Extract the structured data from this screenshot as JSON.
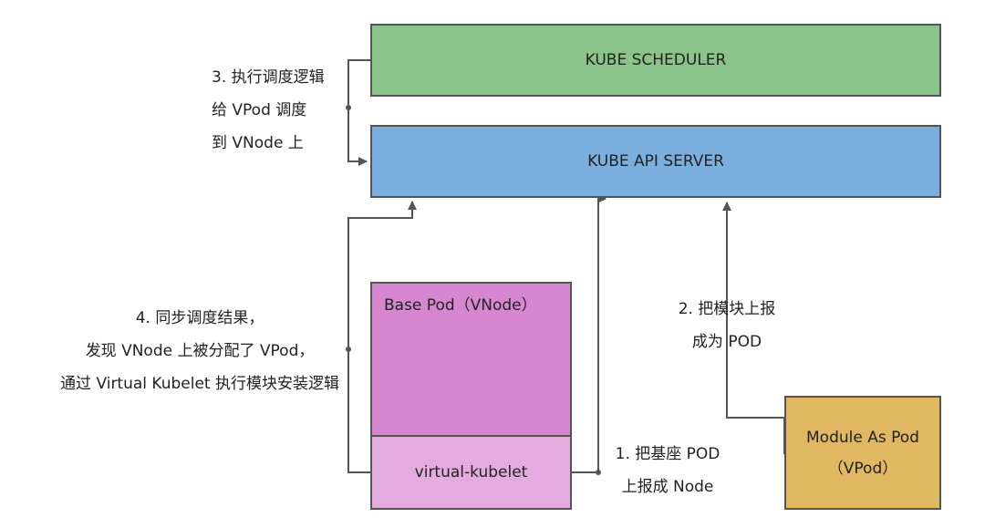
{
  "boxes": {
    "scheduler": {
      "label": "KUBE SCHEDULER",
      "color": "#8ac48a"
    },
    "api_server": {
      "label": "KUBE API SERVER",
      "color": "#7aafe0"
    },
    "base_pod": {
      "label": "Base Pod（VNode）",
      "color": "#d787d0"
    },
    "virtual_kubelet": {
      "label": "virtual-kubelet",
      "color": "#e4acde"
    },
    "module_pod": {
      "line1": "Module As Pod",
      "line2": "（VPod）",
      "color": "#e0b862"
    }
  },
  "labels": {
    "step1": [
      "1. 把基座 POD",
      "上报成 Node"
    ],
    "step2": [
      "2. 把模块上报",
      "成为 POD"
    ],
    "step3": [
      "3. 执行调度逻辑",
      "给 VPod 调度",
      "到 VNode 上"
    ],
    "step4": [
      "4. 同步调度结果，",
      "发现 VNode 上被分配了 VPod，",
      "通过 Virtual Kubelet 执行模块安装逻辑"
    ]
  },
  "line_color": "#555555"
}
